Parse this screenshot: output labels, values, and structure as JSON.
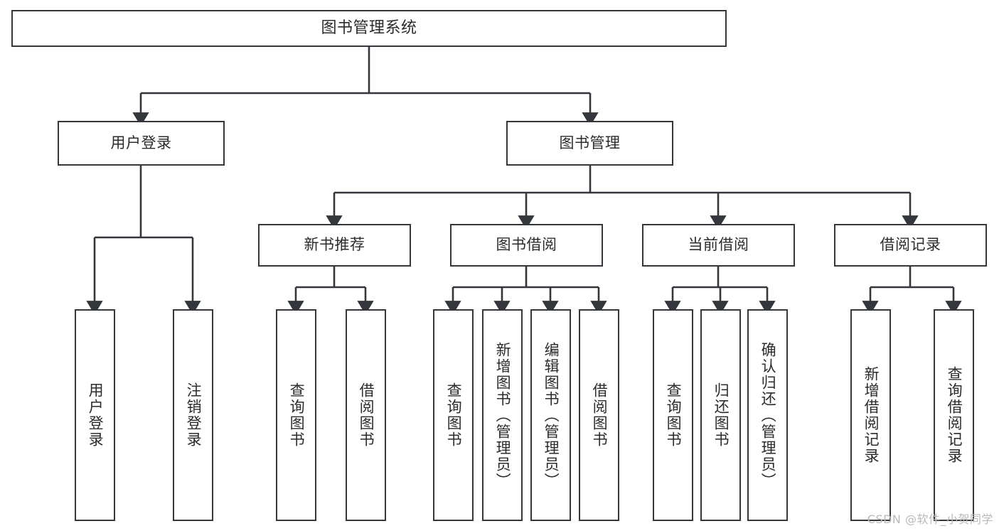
{
  "diagram": {
    "type": "tree",
    "title": "图书管理系统",
    "root": {
      "label": "图书管理系统"
    },
    "level1": [
      {
        "label": "用户登录"
      },
      {
        "label": "图书管理"
      }
    ],
    "level2": [
      {
        "label": "新书推荐"
      },
      {
        "label": "图书借阅"
      },
      {
        "label": "当前借阅"
      },
      {
        "label": "借阅记录"
      }
    ],
    "leaves": {
      "user_login": [
        {
          "label": "用户登录"
        },
        {
          "label": "注销登录"
        }
      ],
      "new_book_recommend": [
        {
          "label": "查询图书"
        },
        {
          "label": "借阅图书"
        }
      ],
      "book_borrow": [
        {
          "label": "查询图书"
        },
        {
          "label": "新增图书（管理员）"
        },
        {
          "label": "编辑图书（管理员）"
        },
        {
          "label": "借阅图书"
        }
      ],
      "current_borrow": [
        {
          "label": "查询图书"
        },
        {
          "label": "归还图书"
        },
        {
          "label": "确认归还（管理员）"
        }
      ],
      "borrow_record": [
        {
          "label": "新增借阅记录"
        },
        {
          "label": "查询借阅记录"
        }
      ]
    }
  },
  "watermark": {
    "text": "CSDN @软件_小贺同学"
  },
  "colors": {
    "stroke": "#33363a",
    "text": "#2b2b2b",
    "background": "#ffffff",
    "watermark": "#b9b9b9"
  }
}
